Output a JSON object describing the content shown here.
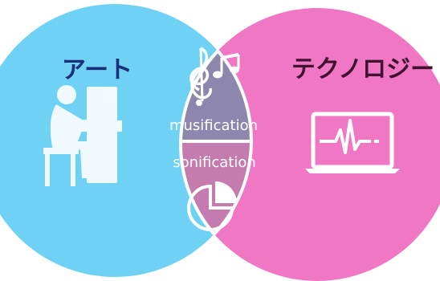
{
  "left_circle": {
    "label": "アート",
    "icon": "piano-player-icon"
  },
  "right_circle": {
    "label": "テクノロジー",
    "icon": "laptop-waveform-icon"
  },
  "overlap_top": {
    "label": "musification",
    "icon": "music-notes-icon"
  },
  "overlap_bottom": {
    "label": "sonification",
    "icon": "pie-chart-icon"
  },
  "colors": {
    "left_circle": "#6fd2f4",
    "right_circle": "#f077c4",
    "overlap_top": "#8d87ad",
    "overlap_bottom": "#c47caf",
    "left_label": "#1d2f7a",
    "right_label": "#3e1230",
    "glyph": "#ffffff"
  }
}
